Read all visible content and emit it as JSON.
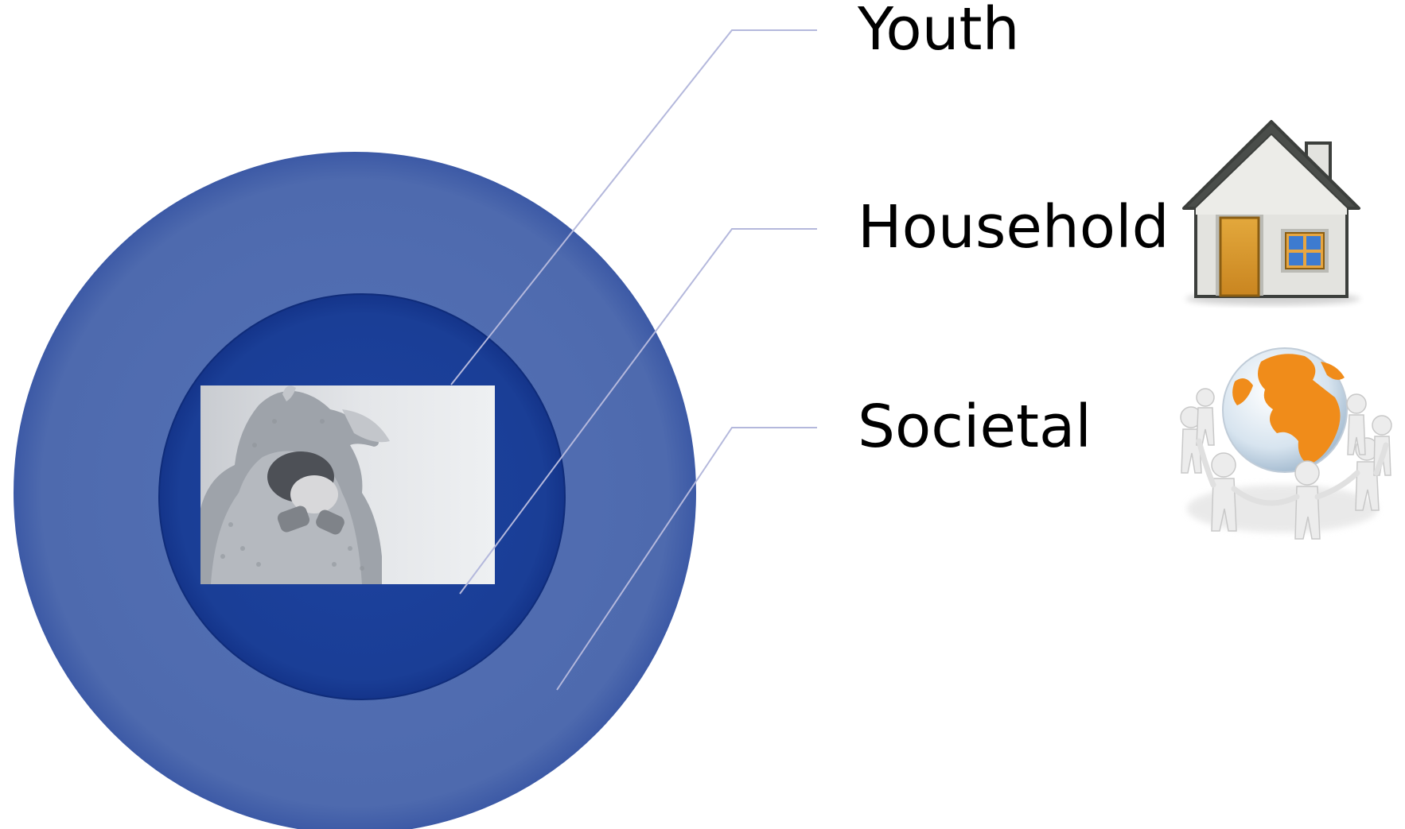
{
  "diagram": {
    "layers": [
      {
        "label": "Youth",
        "icon": "crying-youth-photo"
      },
      {
        "label": "Household",
        "icon": "house-icon"
      },
      {
        "label": "Societal",
        "icon": "people-around-globe-icon"
      }
    ],
    "colors": {
      "outer_ring": "#4f6cb0",
      "inner_circle": "#1b3f98",
      "leader_line": "#b4b8dc",
      "house_door": "#d99a2e",
      "globe_land": "#f08c1a",
      "globe_water": "#dce8f2"
    }
  }
}
